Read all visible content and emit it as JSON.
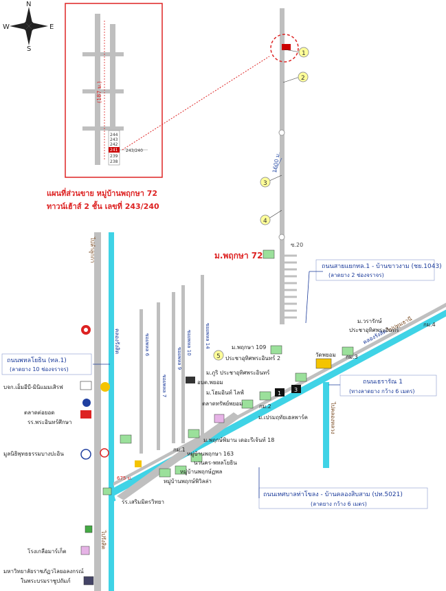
{
  "compass": {
    "n": "N",
    "s": "S",
    "e": "E",
    "w": "W"
  },
  "inset": {
    "title_line1": "แผนที่ส่วนขาย หมู่บ้านพฤกษา 72",
    "title_line2": "ทาวน์เฮ้าส์ 2 ชั้น เลขที่ 243/240",
    "road_length": "(187 ม.)",
    "plots": [
      "244",
      "243",
      "242",
      "241",
      "239",
      "238"
    ],
    "unit_label": "243/240"
  },
  "markers": [
    "1",
    "2",
    "3",
    "4",
    "5"
  ],
  "roads": {
    "phahonyothin": "ถนนพหลโยธิน (ทล.1)",
    "phahonyothin_note": "(ลาดยาง 10 ช่องจราจร)",
    "saiyaek": "ถนนสายแยกทล.1 - บ้านขาวงาม (ชย.1043)",
    "saiyaek_note": "(ลาดยาง 2 ช่องจราจร)",
    "rattanawan": "ถนนเธรารัณ 1",
    "rattanawan_note": "(ทางลาดยาง กว้าง 6 เมตร)",
    "tessaban": "ถนนเทศบาลท่าโขลง - บ้านคลองสิบสาม (ปท.5021)",
    "tessaban_note": "(ลาดยาง กว้าง 6 เมตร)",
    "to_lamsai": "ไปลำลูกกา",
    "to_klong": "ไปคลองหลวง",
    "to_rangsit": "ไปรังสิต",
    "to_pathum": "ไปปทุมธานี",
    "to_klong_rangsit": "คลองรังสิต",
    "distance_1600": "1600 ม.",
    "distance_675": "675 ม."
  },
  "sois": [
    "ซอยพหล 6",
    "ซอยพหล 7",
    "ซอยพหล 9",
    "ซอยพหล 10",
    "ซอยพหล 14"
  ],
  "places": {
    "pruksa72": "ม.พฤกษา 72",
    "pruksa109": "ม.พฤกษา 109",
    "pracha2": "ประชาอุทิศพระอินทร์ 2",
    "phuri": "ม.ภูริ ประชาอุทิศพระอินทร์",
    "obt": "อบต.พยอม",
    "home_life": "ม.โฮมอินท์ ไลฟ์",
    "market": "ตลาดทรัพย์พยอม",
    "km2": "กม.2",
    "km1": "กม.1",
    "km3": "กม.3",
    "km4": "กม.4",
    "preamsuk": "ม.เปรมฤทัยเฮลพาร์ค",
    "varatan": "ม.วรารักษ์",
    "varatan2": "ประชาอุทิศพระอินทร์",
    "wat": "วัดพยอม",
    "pruksamit": "ม.พฤกษ์พิมาน เดอะรีเจ้นท์ 18",
    "pruksa163": "หมู่บ้านพฤกษา 163",
    "nawa": "นวนคร-พหลโยธิน",
    "pattra": "หมู่บ้านพฤกษ์ฏพล",
    "prapa": "หมู่บ้านพฤกษ์พิวิลล่า",
    "school": "รร.เสริมมิตรวิทยา",
    "bjk": "บจก.เอ็มอีบี-มินิแมมเสิรฟ",
    "talad": "ตลาดต่อยอด",
    "school2": "รร.พระอินทร์ศึกษา",
    "foundation": "มูลนิธิพุทธธรรมบางปะอิน",
    "hospital": "โรงเกลือมาร์เก็ต",
    "university": "มหาวิทยาลัยราชภัฏวไลยอลงกรณ์",
    "university2": "ในพระบรมราชูปถัมภ์",
    "label20": "ซ.20",
    "n_1": "1",
    "n_3": "3"
  },
  "colors": {
    "road": "#bfbfbf",
    "highway": "#3fd3e6",
    "red": "#d22222",
    "blue_text": "#1a3a9a",
    "marker_fill": "#ffff99"
  }
}
